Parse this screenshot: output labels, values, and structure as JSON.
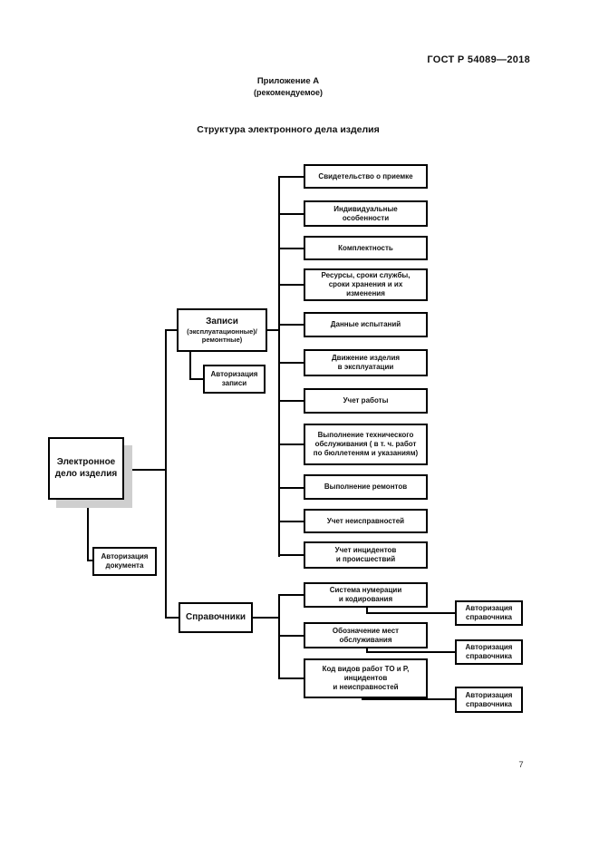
{
  "page": {
    "doc_code": "ГОСТ Р 54089—2018",
    "appendix_label": "Приложение А",
    "appendix_note": "(рекомендуемое)",
    "title": "Структура электронного дела изделия",
    "page_number": "7"
  },
  "diagram": {
    "root_label": "Электронное\nдело изделия",
    "document_auth_label": "Авторизация\nдокумента",
    "records_group": {
      "title": "Записи",
      "subtitle": "(эксплуатационные)/\nремонтные)",
      "auth_label": "Авторизация\nзаписи"
    },
    "record_items": [
      "Свидетельство о приемке",
      "Индивидуальные\nособенности",
      "Комплектность",
      "Ресурсы, сроки службы,\nсроки хранения и их\nизменения",
      "Данные испытаний",
      "Движение изделия\nв эксплуатации",
      "Учет работы",
      "Выполнение технического\nобслуживания ( в т. ч. работ\nпо бюллетеням и указаниям)",
      "Выполнение ремонтов",
      "Учет неисправностей",
      "Учет инцидентов\nи происшествий"
    ],
    "references_group": {
      "title": "Справочники"
    },
    "reference_items": [
      "Система нумерации\nи кодирования",
      "Обозначение мест\nобслуживания",
      "Код видов работ ТО и Р,\nинцидентов\nи неисправностей"
    ],
    "reference_auth_labels": [
      "Авторизация\nсправочника",
      "Авторизация\nсправочника",
      "Авторизация\nсправочника"
    ]
  }
}
